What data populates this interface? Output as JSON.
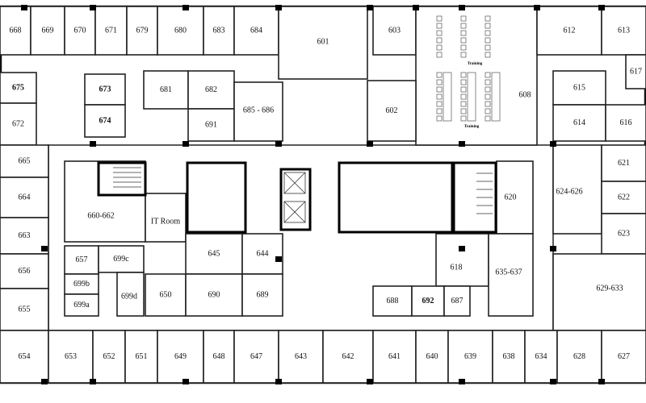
{
  "floor_plan": {
    "rooms": [
      {
        "label": "668"
      },
      {
        "label": "669"
      },
      {
        "label": "670"
      },
      {
        "label": "671"
      },
      {
        "label": "679"
      },
      {
        "label": "680"
      },
      {
        "label": "683"
      },
      {
        "label": "684"
      },
      {
        "label": "601"
      },
      {
        "label": "603"
      },
      {
        "label": "608"
      },
      {
        "label": "612"
      },
      {
        "label": "613"
      },
      {
        "label": "675",
        "bold": true
      },
      {
        "label": "672"
      },
      {
        "label": "673",
        "bold": true
      },
      {
        "label": "674",
        "bold": true
      },
      {
        "label": "681"
      },
      {
        "label": "682"
      },
      {
        "label": "691"
      },
      {
        "label": "685 - 686"
      },
      {
        "label": "602"
      },
      {
        "label": "615"
      },
      {
        "label": "614"
      },
      {
        "label": "616"
      },
      {
        "label": "617"
      },
      {
        "label": "665"
      },
      {
        "label": "664"
      },
      {
        "label": "663"
      },
      {
        "label": "656"
      },
      {
        "label": "655"
      },
      {
        "label": "654"
      },
      {
        "label": "660-662"
      },
      {
        "label": "IT Room"
      },
      {
        "label": "657"
      },
      {
        "label": "699c"
      },
      {
        "label": "699b"
      },
      {
        "label": "699a"
      },
      {
        "label": "699d"
      },
      {
        "label": "650"
      },
      {
        "label": "645"
      },
      {
        "label": "690"
      },
      {
        "label": "644"
      },
      {
        "label": "689"
      },
      {
        "label": "620"
      },
      {
        "label": "618"
      },
      {
        "label": "635-637"
      },
      {
        "label": "688"
      },
      {
        "label": "692",
        "bold": true
      },
      {
        "label": "687"
      },
      {
        "label": "624-626"
      },
      {
        "label": "621"
      },
      {
        "label": "622"
      },
      {
        "label": "623"
      },
      {
        "label": "629-633"
      },
      {
        "label": "653"
      },
      {
        "label": "652"
      },
      {
        "label": "651"
      },
      {
        "label": "649"
      },
      {
        "label": "648"
      },
      {
        "label": "647"
      },
      {
        "label": "643"
      },
      {
        "label": "642"
      },
      {
        "label": "641"
      },
      {
        "label": "640"
      },
      {
        "label": "639"
      },
      {
        "label": "638"
      },
      {
        "label": "634"
      },
      {
        "label": "628"
      },
      {
        "label": "627"
      }
    ],
    "training_labels": [
      "Training",
      "Training"
    ]
  }
}
